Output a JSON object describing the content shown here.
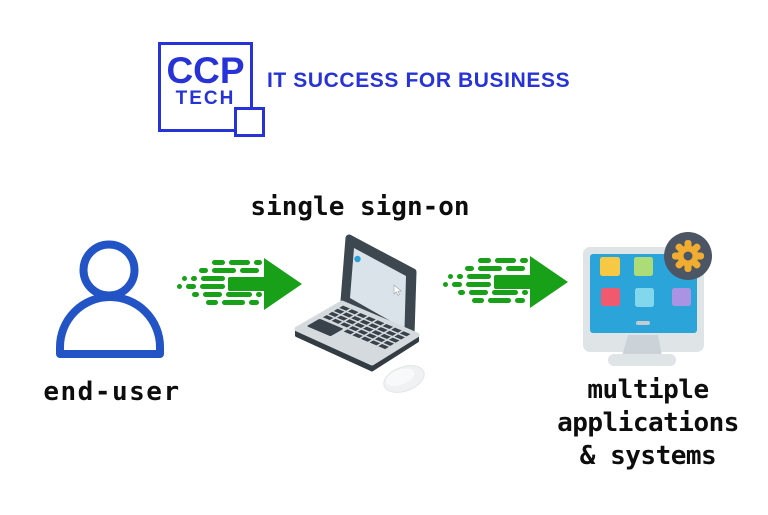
{
  "header": {
    "logo": {
      "main": "CCP",
      "sub": "TECH"
    },
    "tagline": "IT SUCCESS FOR BUSINESS"
  },
  "diagram": {
    "source": {
      "label": "end-user",
      "icon": "end-user-icon"
    },
    "process": {
      "label": "single sign-on",
      "icon": "laptop-icon"
    },
    "target": {
      "label_lines": [
        "multiple",
        "applications",
        "& systems"
      ],
      "icon": "apps-monitor-icon",
      "badge_icon": "gear-icon",
      "visible_app_tiles": 5
    },
    "flow": {
      "icon": "speed-arrow-icon",
      "count": 2,
      "direction": "right"
    }
  },
  "colors": {
    "brand_blue": "#2733D6",
    "user_blue": "#2254C5",
    "arrow_green": "#18A018",
    "label_black": "#0D0D0D",
    "monitor_screen_blue": "#2BA4D9",
    "gear_gold": "#F0AD31",
    "gear_badge_slate": "#4B5563",
    "laptop_dark": "#3D474F",
    "tiles": [
      "#F6C844",
      "#ABDC78",
      "#F1596F",
      "#83D7EC",
      "#AB93E3"
    ]
  }
}
